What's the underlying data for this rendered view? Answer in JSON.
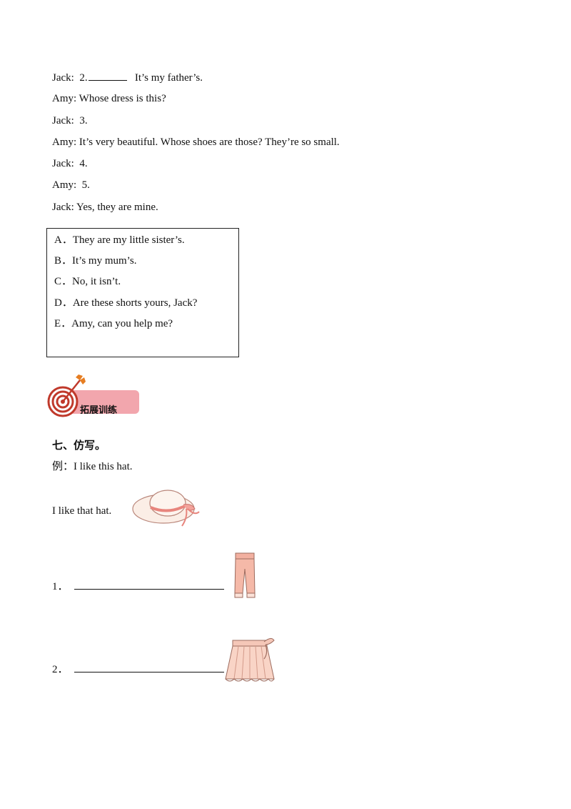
{
  "dialogue": [
    {
      "speaker": "Jack:",
      "number": "2.",
      "text": "It’s my father’s.",
      "has_blank": true
    },
    {
      "speaker": "Amy:",
      "number": "",
      "text": "Whose dress is this?",
      "has_blank": false
    },
    {
      "speaker": "Jack:",
      "number": "3.",
      "text": "",
      "has_blank": false
    },
    {
      "speaker": "Amy:",
      "number": "",
      "text": "It’s very beautiful. Whose shoes are those? They’re so small.",
      "has_blank": false
    },
    {
      "speaker": "Jack:",
      "number": "4.",
      "text": "",
      "has_blank": false
    },
    {
      "speaker": "Amy:",
      "number": "5.",
      "text": "",
      "has_blank": false
    },
    {
      "speaker": "Jack:",
      "number": "",
      "text": "Yes, they are mine.",
      "has_blank": false
    }
  ],
  "options": [
    {
      "letter": "A．",
      "text": "They are my little sister’s."
    },
    {
      "letter": "B．",
      "text": "It’s my mum’s."
    },
    {
      "letter": "C．",
      "text": "No, it isn’t."
    },
    {
      "letter": "D．",
      "text": "Are these shorts yours, Jack?"
    },
    {
      "letter": "E．",
      "text": "Amy, can you help me?"
    }
  ],
  "banner": {
    "label": "拓展训练",
    "icon": "target-arrow-icon",
    "color": "#f2a6ad",
    "accent": "#c0392b"
  },
  "section": {
    "title": "七、仿写。",
    "example_label": "例：",
    "example_text": "I like this hat.",
    "example_answer": "I like that hat.",
    "items": [
      {
        "number": "1．",
        "icon": "trousers-icon"
      },
      {
        "number": "2．",
        "icon": "skirt-icon"
      }
    ]
  }
}
